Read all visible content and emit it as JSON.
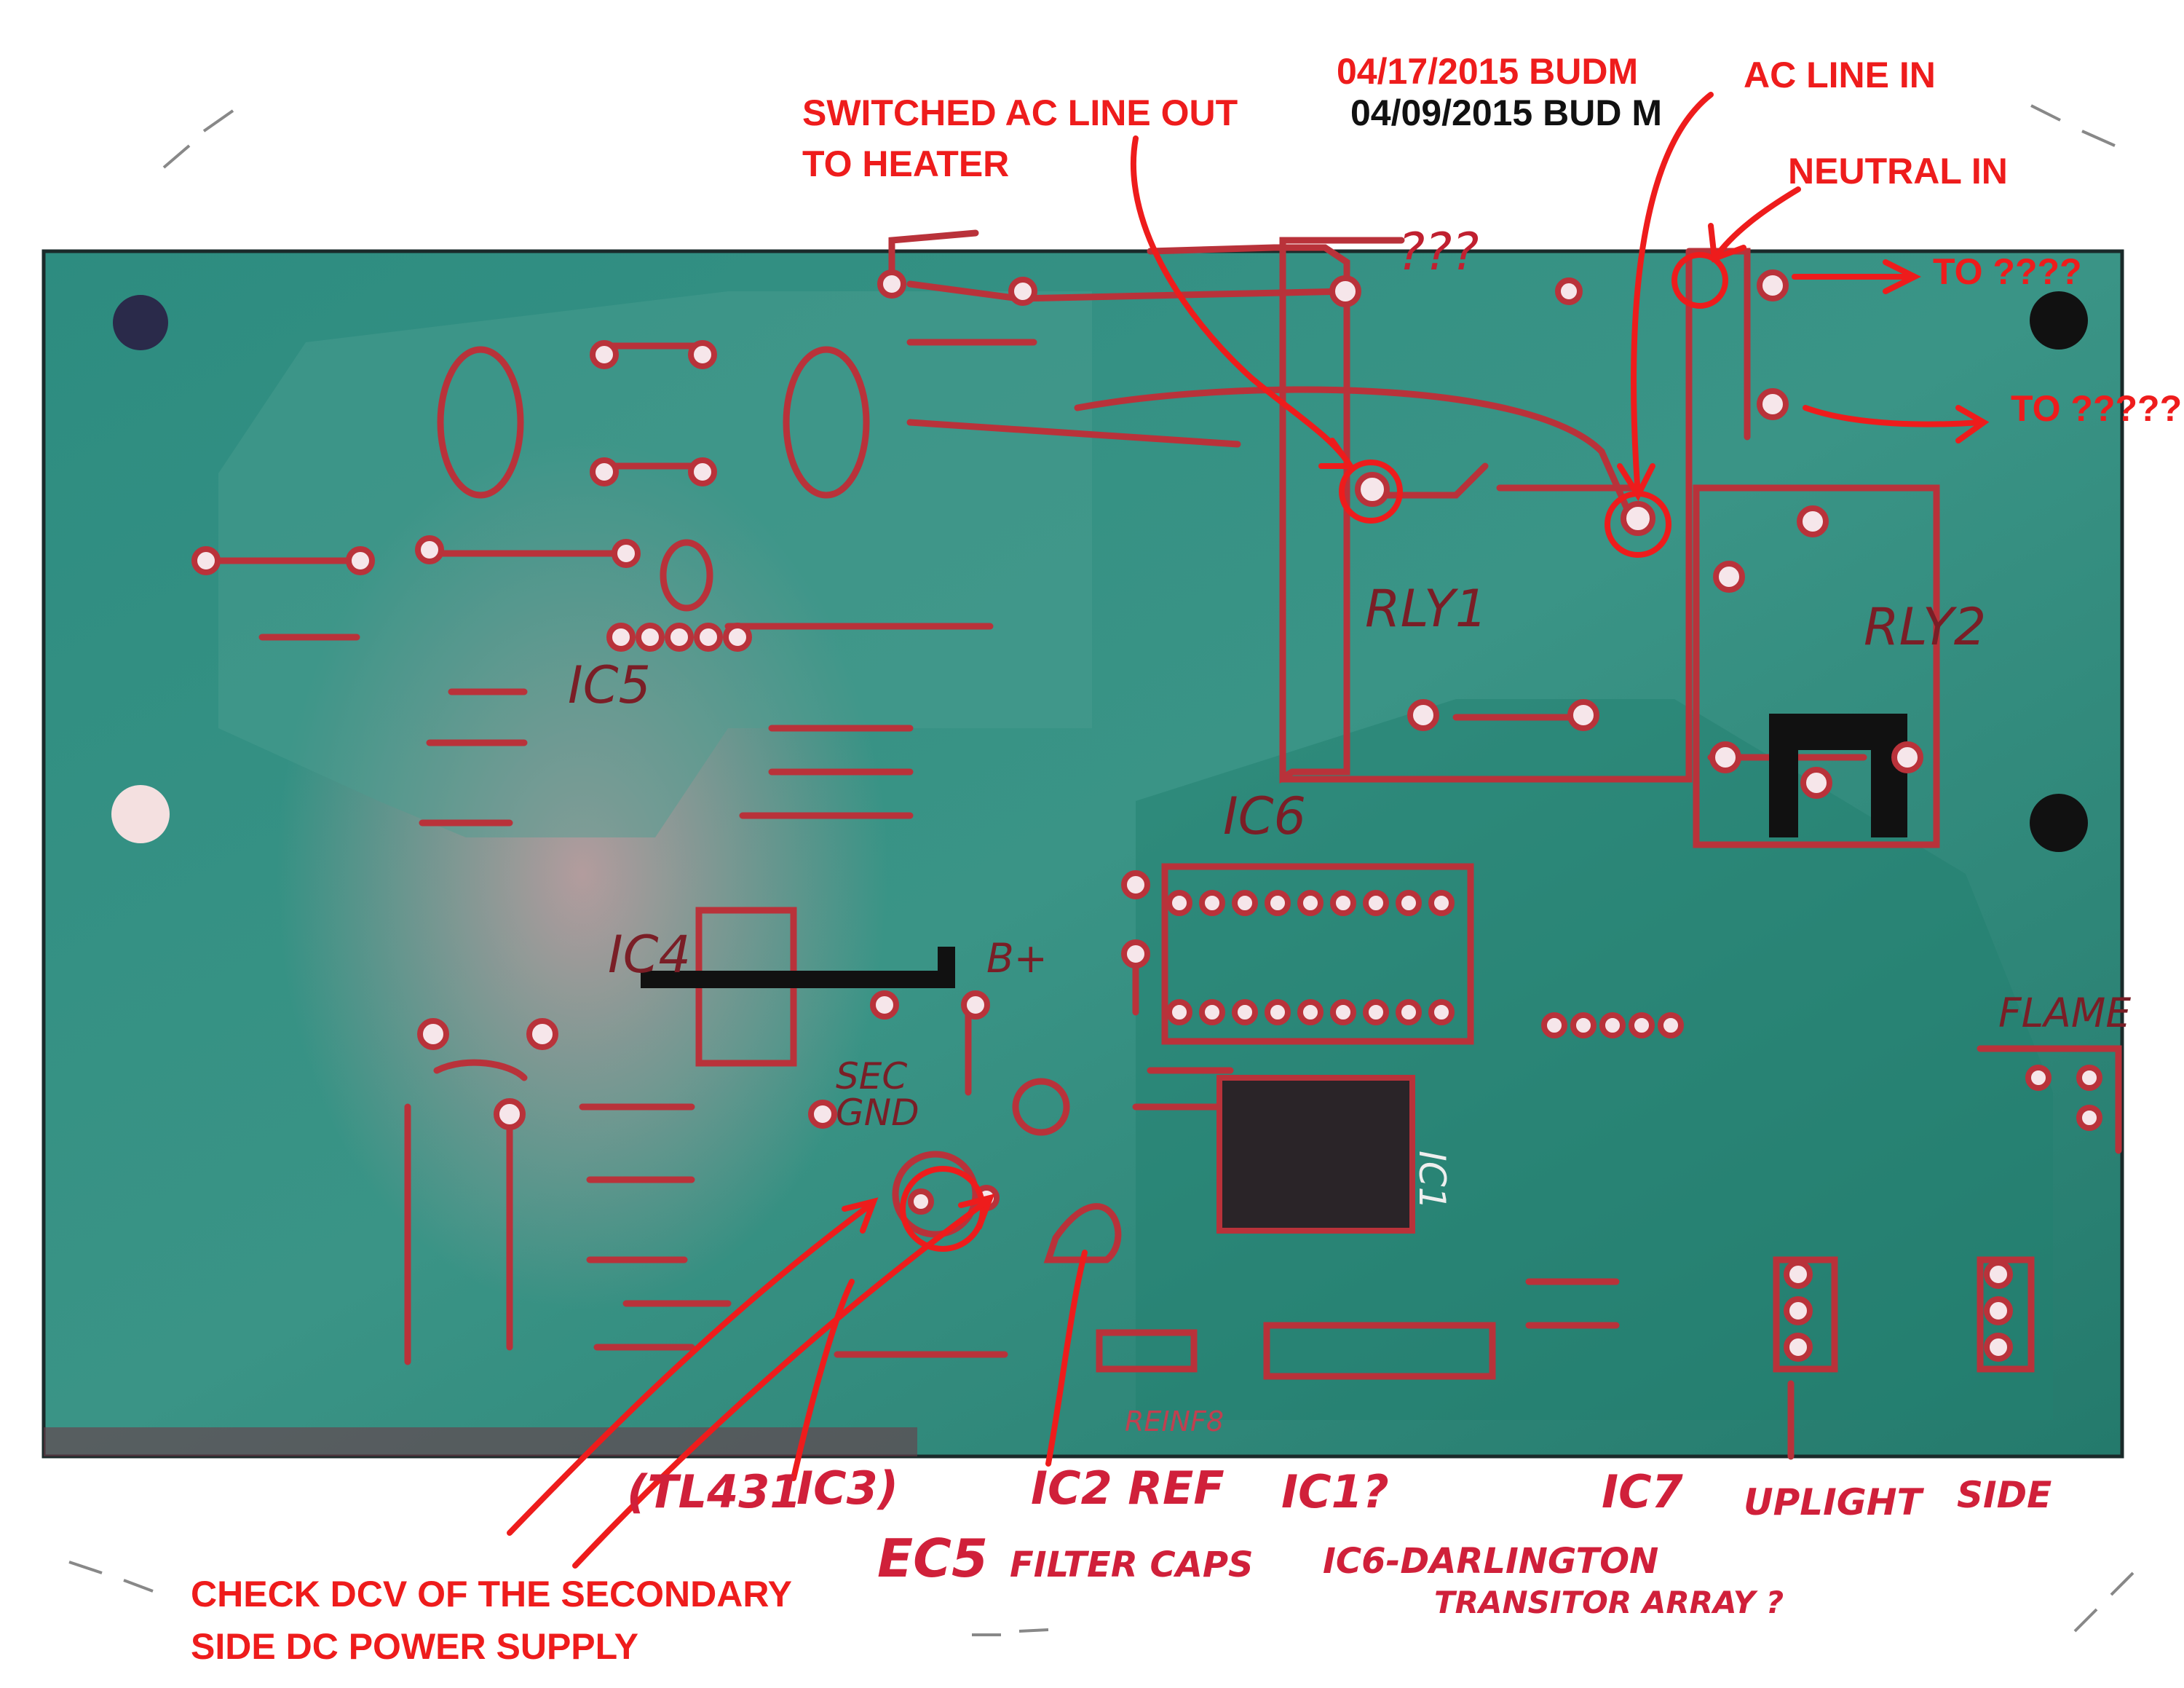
{
  "annotations": {
    "switched_line_1": "SWITCHED AC LINE OUT",
    "switched_line_2": "TO HEATER",
    "date_red": "04/17/2015 BUDM",
    "date_black": "04/09/2015 BUD M",
    "ac_line_in": "AC LINE IN",
    "neutral_in": "NEUTRAL IN",
    "to_unknown_1": "TO ????",
    "to_unknown_2": "TO ?????",
    "check_dcv_1": "CHECK DCV OF THE  SECONDARY",
    "check_dcv_2": "SIDE DC POWER SUPPLY"
  },
  "board_labels": {
    "unknown": "???",
    "rly1": "RLY1",
    "rly2": "RLY2",
    "ic5": "IC5",
    "ic6": "IC6",
    "ic4": "IC4",
    "ic1": "IC1",
    "sec_gnd_1": "SEC",
    "sec_gnd_2": "GND",
    "b_plus": "B+",
    "flame": "FLAME",
    "reinf": "REINF8"
  },
  "handwritten_legend": {
    "tl431": "(TL431",
    "ic3": "IC3)",
    "ic2_ref": "IC2 REF",
    "ic1_q": "IC1?",
    "ic7": "IC7",
    "uplight": "UPLIGHT",
    "side": "SIDE",
    "ec5": "EC5",
    "filter_caps": "FILTER CAPS",
    "ic6_desc_1": "IC6-DARLINGTON",
    "ic6_desc_2": "TRANSITOR ARRAY ?"
  },
  "colors": {
    "board": "#2f8a7c",
    "annotation": "#ee1c1c",
    "marker": "#b9323a"
  }
}
